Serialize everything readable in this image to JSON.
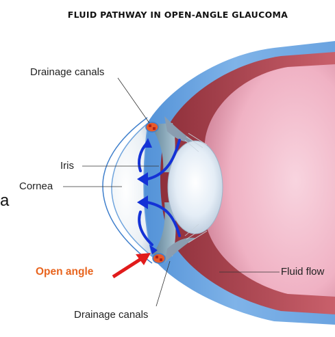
{
  "title": "FLUID PATHWAY IN OPEN-ANGLE GLAUCOMA",
  "labels": {
    "drainage_top": "Drainage canals",
    "iris": "Iris",
    "cornea": "Cornea",
    "open_angle": "Open angle",
    "fluid_flow": "Fluid flow",
    "drainage_bottom": "Drainage canals"
  },
  "stray_text": "a",
  "colors": {
    "sclera": "#5f9ede",
    "sclera_inner": "#9fc7ef",
    "choroid": "#b84a55",
    "retina": "#f3bccc",
    "iris": "#7e9fb1",
    "lens": "#dde8f2",
    "arrow_blue": "#1432d6",
    "arrow_red": "#e11b1b",
    "accent_orange": "#e8641e"
  }
}
